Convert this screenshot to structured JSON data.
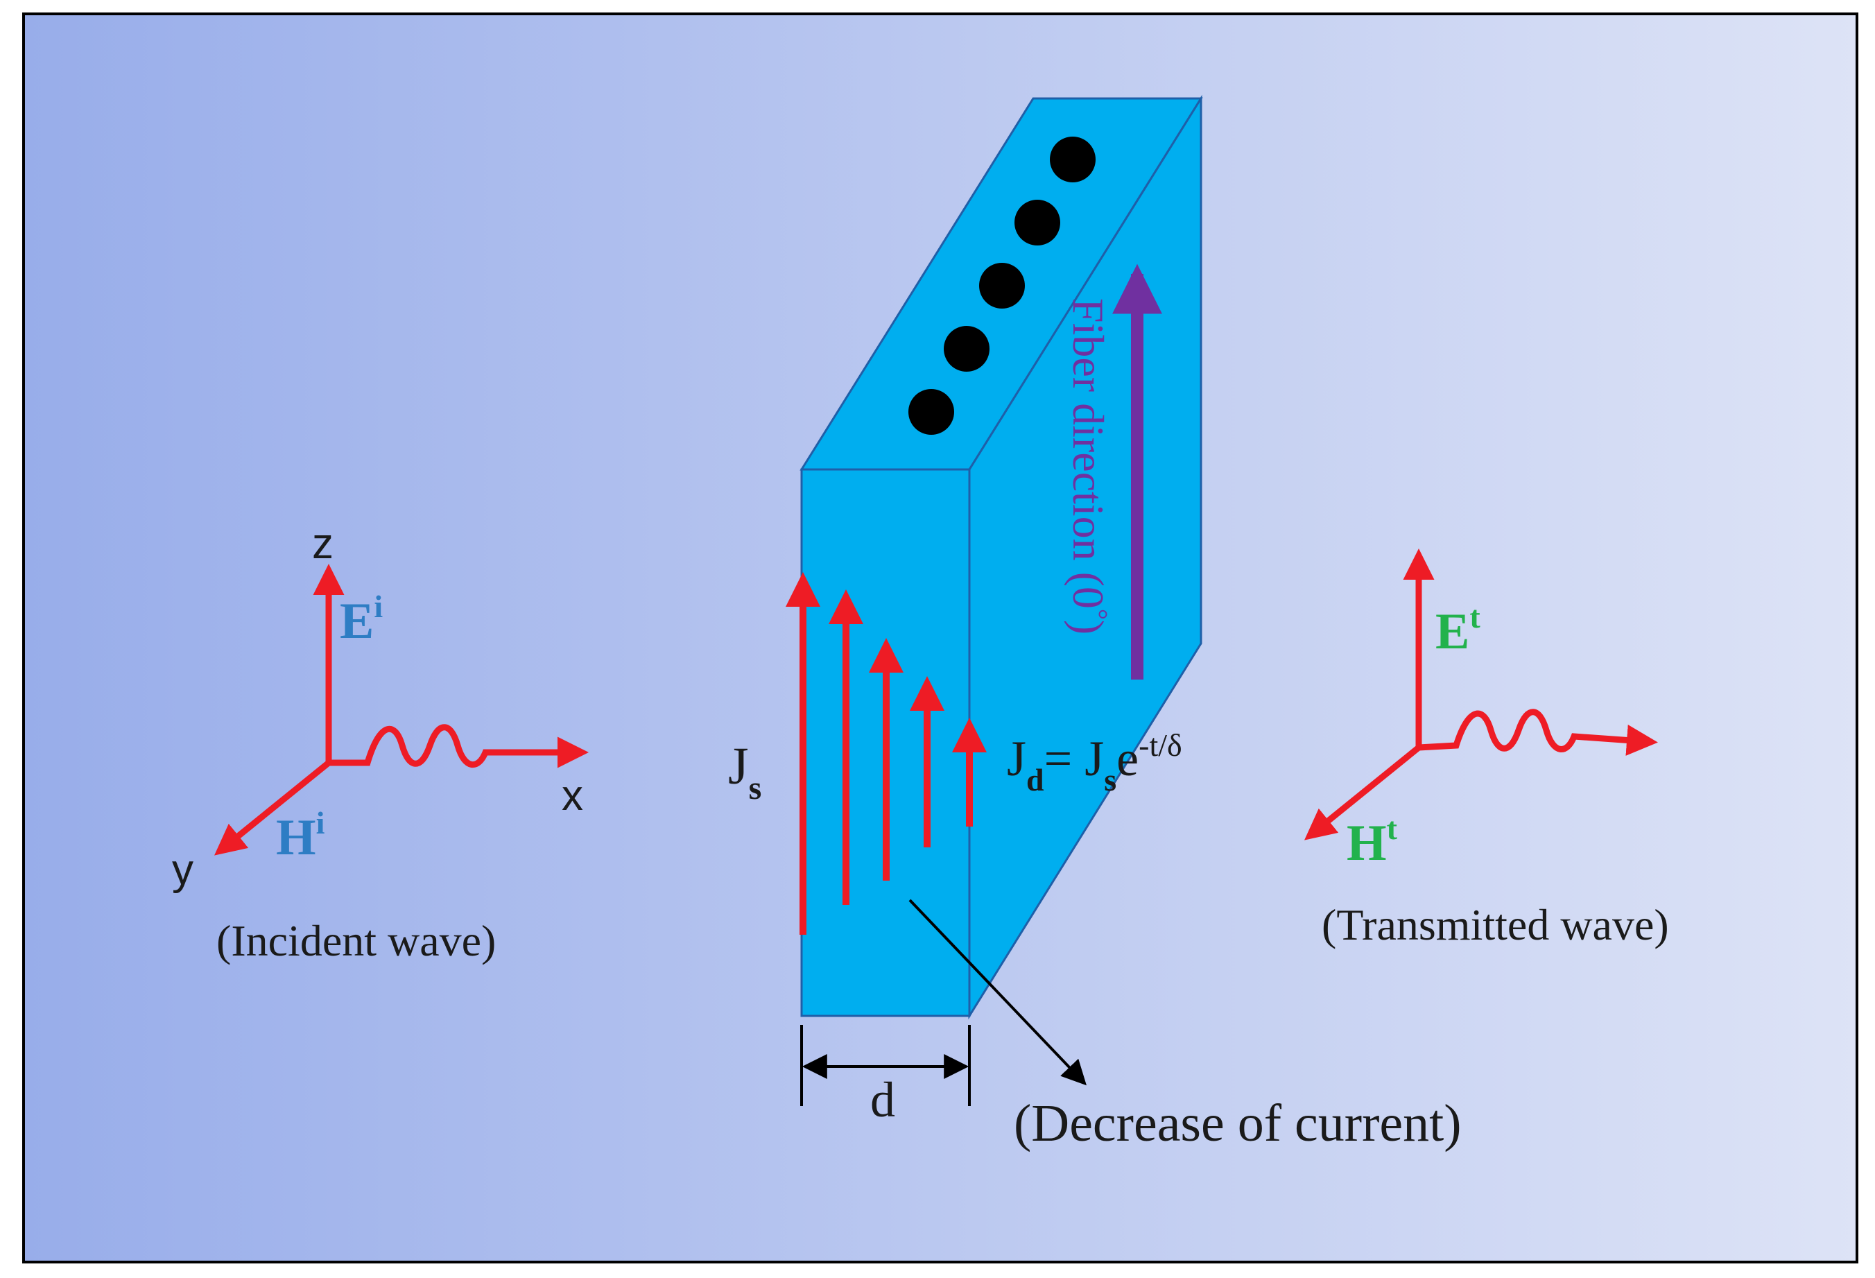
{
  "colors": {
    "background_left": "#98ADEA",
    "background_right": "#DDE3F6",
    "slab": "#00AEEF",
    "slab_edge": "#1F5FA8",
    "arrow_red": "#EE1C25",
    "fiber_arrow": "#7030A0",
    "incident_field_label": "#2E7DC4",
    "transmitted_field_label": "#22B24C",
    "fiber_dots": "#000000",
    "text": "#1a1a1a"
  },
  "incident": {
    "axis_z": "z",
    "axis_x": "x",
    "axis_y": "y",
    "e_field": {
      "base": "E",
      "sup": "i"
    },
    "h_field": {
      "base": "H",
      "sup": "i"
    },
    "caption": "(Incident wave)"
  },
  "transmitted": {
    "e_field": {
      "base": "E",
      "sup": "t"
    },
    "h_field": {
      "base": "H",
      "sup": "t"
    },
    "caption": "(Transmitted wave)"
  },
  "slab": {
    "fiber_label": "Fiber direction (0",
    "fiber_label_degree": "°",
    "fiber_label_close": ")",
    "surface_current": {
      "base": "J",
      "sub": "s"
    },
    "decay_equation": {
      "lhs_base": "J",
      "lhs_sub": "d",
      "equals": "= ",
      "rhs_base": "J",
      "rhs_sub": "s",
      "rhs_exp_base": "e",
      "rhs_exp_sup": "-t/δ"
    },
    "thickness_label": "d",
    "decrease_caption": "(Decrease of current)",
    "current_arrow_count": 5,
    "fiber_dot_count": 5
  }
}
